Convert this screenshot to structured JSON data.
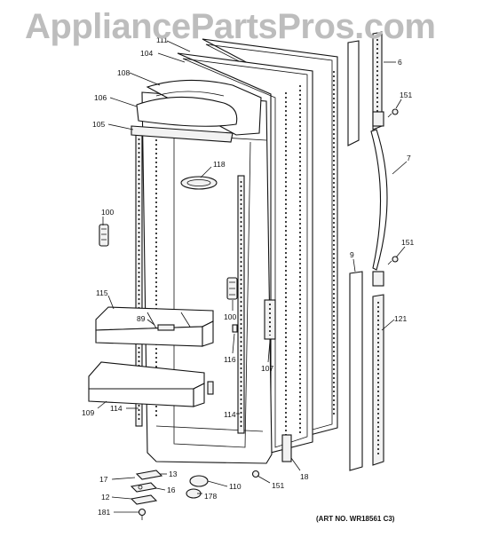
{
  "watermark": "AppliancePartsPros.com",
  "art_number": "(ART NO. WR18561 C3)",
  "labels": {
    "l111": "111",
    "l104": "104",
    "l108": "108",
    "l106": "106",
    "l105": "105",
    "l118": "118",
    "l100a": "100",
    "l115": "115",
    "l89": "89",
    "l100b": "100",
    "l116": "116",
    "l107": "107",
    "l109": "109",
    "l114a": "114",
    "l114b": "114",
    "l6": "6",
    "l151a": "151",
    "l7": "7",
    "l151b": "151",
    "l9": "9",
    "l121": "121",
    "l18": "18",
    "l151c": "151",
    "l17": "17",
    "l13": "13",
    "l16": "16",
    "l12": "12",
    "l110": "110",
    "l178": "178",
    "l181": "181"
  }
}
